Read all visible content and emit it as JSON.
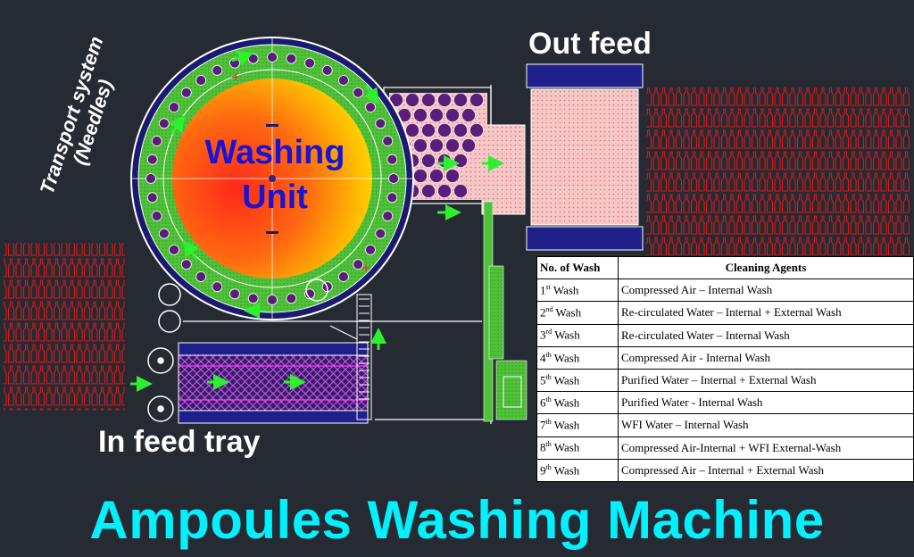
{
  "title": "Ampoules Washing Machine",
  "labels": {
    "out_feed": "Out feed",
    "in_feed": "In feed tray",
    "transport_line1": "Transport system",
    "transport_line2": "(Needles)",
    "washing_line1": "Washing",
    "washing_line2": "Unit"
  },
  "table": {
    "headers": [
      "No. of Wash",
      "Cleaning Agents"
    ],
    "rows": [
      {
        "num": "1",
        "sup": "st",
        "word": "Wash",
        "agent": "Compressed Air – Internal Wash"
      },
      {
        "num": "2",
        "sup": "nd",
        "word": "Wash",
        "agent": "Re-circulated Water – Internal + External Wash"
      },
      {
        "num": "3",
        "sup": "rd",
        "word": "Wash",
        "agent": "Re-circulated Water – Internal Wash"
      },
      {
        "num": "4",
        "sup": "th",
        "word": "Wash",
        "agent": "Compressed Air - Internal Wash"
      },
      {
        "num": "5",
        "sup": "th",
        "word": "Wash",
        "agent": "Purified Water – Internal + External Wash"
      },
      {
        "num": "6",
        "sup": "th",
        "word": "Wash",
        "agent": "Purified Water - Internal Wash"
      },
      {
        "num": "7",
        "sup": "th",
        "word": "Wash",
        "agent": "WFI Water – Internal Wash"
      },
      {
        "num": "8",
        "sup": "th",
        "word": "Wash",
        "agent": "Compressed Air-Internal + WFI External-Wash"
      },
      {
        "num": "9",
        "sup": "th",
        "word": "Wash",
        "agent": "Compressed Air – Internal + External Wash"
      }
    ]
  },
  "colors": {
    "background": "#262a33",
    "title": "#00f2ff",
    "washing_text": "#1a14d0",
    "ring": "#5cc83a",
    "frame": "#1f1f8a",
    "ampoule": "#d81818",
    "arrow": "#2ef02e",
    "outfeed_fill": "#f2b8b8"
  }
}
